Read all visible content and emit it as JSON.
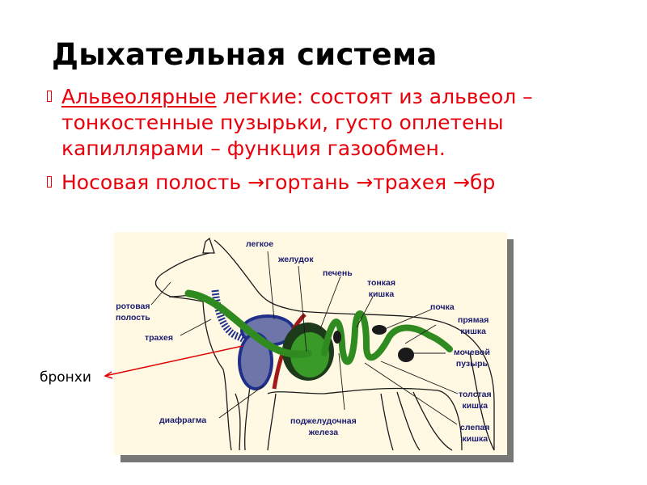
{
  "slide": {
    "title": "Дыхательная система",
    "bullets": [
      {
        "underlined": "Альвеолярные",
        "text": " легкие: состоят из альвеол – тонкостенные пузырьки, густо оплетены капиллярами – функция газообмен."
      },
      {
        "text": "Носовая полость →гортань →трахея →бр"
      }
    ],
    "bullet_glyph": "missing-glyph-box",
    "colors": {
      "title": "#000000",
      "body_text": "#e8000b",
      "figure_bg": "#fff9e3",
      "figure_shadow": "#777777",
      "label_text": "#1a1a6e",
      "organ_green": "#2f8a1f",
      "lung_blue": "#1f2f8a",
      "diaphragm": "#a01818",
      "pointer_line": "#e00000"
    }
  },
  "figure": {
    "labels": {
      "oral_cavity": "ротовая\nполость",
      "trachea": "трахея",
      "lung": "легкое",
      "stomach": "желудок",
      "liver": "печень",
      "small_intestine": "тонкая\nкишка",
      "kidney": "почка",
      "rectum": "прямая\nкишка",
      "bladder": "мочевой\nпузырь",
      "large_intestine": "толстая\nкишка",
      "cecum": "слепая\nкишка",
      "pancreas": "поджелудочная\nжелеза",
      "diaphragm": "диафрагма"
    }
  },
  "annotation": {
    "bronchi_label": "бронхи"
  }
}
